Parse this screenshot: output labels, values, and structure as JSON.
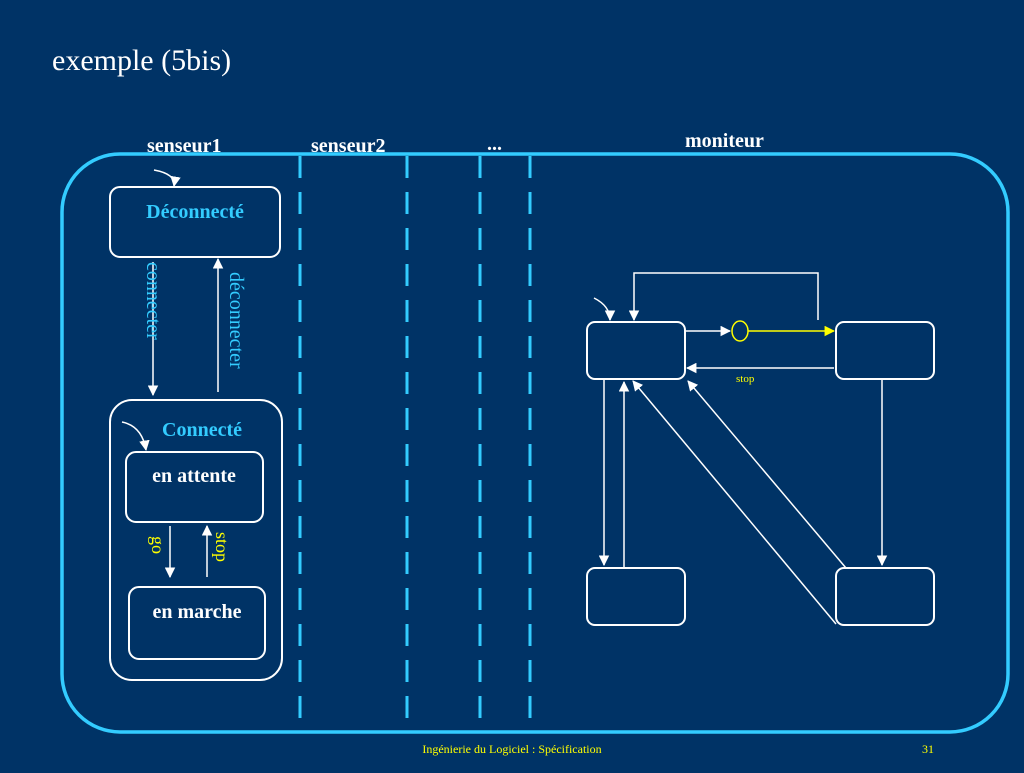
{
  "slide": {
    "title": "exemple (5bis)",
    "footer": "Ingénierie du Logiciel : Spécification",
    "page_number": "31"
  },
  "columns": {
    "col1": "senseur1",
    "col2": "senseur2",
    "col3": "...",
    "col4": "moniteur"
  },
  "senseur1": {
    "state_disconnected": "Déconnecté",
    "state_connected": "Connecté",
    "substate_waiting": "en attente",
    "substate_running": "en marche",
    "event_connect": "connecter",
    "event_disconnect": "déconnecter",
    "event_go": "go",
    "event_stop": "stop"
  },
  "moniteur": {
    "event_stop": "stop"
  },
  "colors": {
    "background": "#003366",
    "border_cyan": "#33CCFF",
    "line_white": "#FFFFFF",
    "text_cyan": "#33CCFF",
    "text_yellow": "#FFFF00",
    "text_white": "#FFFFFF"
  }
}
